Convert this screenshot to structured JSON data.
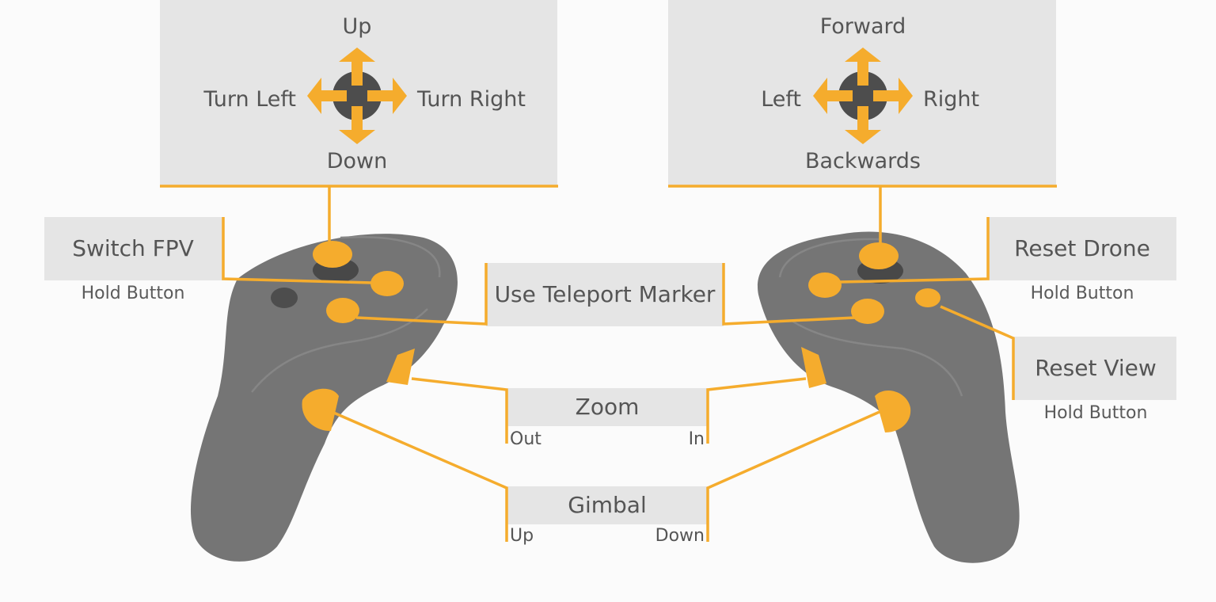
{
  "left_stick": {
    "up": "Up",
    "down": "Down",
    "left": "Turn Left",
    "right": "Turn Right"
  },
  "right_stick": {
    "up": "Forward",
    "down": "Backwards",
    "left": "Left",
    "right": "Right"
  },
  "switch_fpv": {
    "label": "Switch FPV",
    "hint": "Hold Button"
  },
  "teleport": {
    "label": "Use Teleport Marker"
  },
  "reset_drone": {
    "label": "Reset Drone",
    "hint": "Hold Button"
  },
  "reset_view": {
    "label": "Reset View",
    "hint": "Hold Button"
  },
  "zoom": {
    "label": "Zoom",
    "left": "Out",
    "right": "In"
  },
  "gimbal": {
    "label": "Gimbal",
    "left": "Up",
    "right": "Down"
  },
  "colors": {
    "accent": "#f5ac2d",
    "accent_dark": "#dd9424",
    "controller": "#757575",
    "stick": "#474747",
    "box": "#e5e5e5",
    "text": "#555555"
  }
}
